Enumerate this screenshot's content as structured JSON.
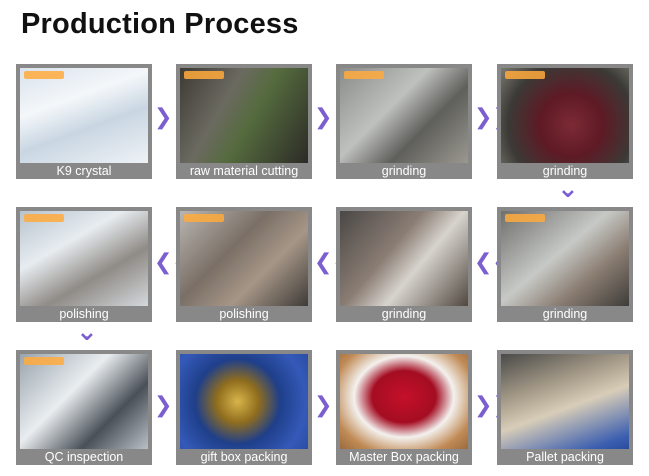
{
  "page": {
    "title": "Production Process"
  },
  "steps": [
    {
      "label": "K9 crystal"
    },
    {
      "label": "raw material cutting"
    },
    {
      "label": "grinding"
    },
    {
      "label": "grinding"
    },
    {
      "label": "grinding"
    },
    {
      "label": "grinding"
    },
    {
      "label": "polishing"
    },
    {
      "label": "polishing"
    },
    {
      "label": "QC inspection"
    },
    {
      "label": "gift box packing"
    },
    {
      "label": "Master Box packing"
    },
    {
      "label": "Pallet packing"
    }
  ],
  "arrows": {
    "right": "❯❯",
    "left": "❮❮",
    "down": "⌄"
  },
  "colors": {
    "frame": "#888888",
    "arrow": "#7b5fd1",
    "caption_text": "#ffffff"
  }
}
